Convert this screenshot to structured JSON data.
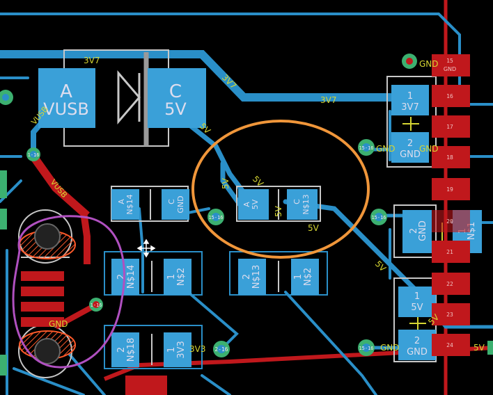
{
  "colors": {
    "background": "#000000",
    "top_copper": "#2a8fc8",
    "top_copper_dark": "#1c6fa6",
    "pad_blue": "#3aa0d8",
    "bottom_copper": "#c0181c",
    "silkscreen": "#c8c8c8",
    "net_label_yellow": "#d6d633",
    "via_green": "#3cb070",
    "highlight_orange": "#f0963a",
    "highlight_purple": "#b050c0",
    "hatch_red": "#ff5a2a"
  },
  "nets": {
    "v3v7": "3V7",
    "v5v": "5V",
    "vusb": "VUSB",
    "gnd": "GND",
    "v3v3": "3V3"
  },
  "diode": {
    "anode_pad": "A",
    "anode_net": "VUSB",
    "cathode_pad": "C",
    "cathode_net": "5V"
  },
  "small_diode_left": {
    "a": "A",
    "a_net": "N$14",
    "c": "C",
    "c_net": "GND"
  },
  "small_diode_right": {
    "a": "A",
    "a_net": "5V",
    "c": "C",
    "c_net": "N$13"
  },
  "resistor_r1": {
    "p2": "2",
    "p2_net": "N$14",
    "p1": "1",
    "p1_net": "N$2"
  },
  "resistor_r2": {
    "p2": "2",
    "p2_net": "N$13",
    "p1": "1",
    "p1_net": "N$2"
  },
  "resistor_r3": {
    "p2": "2",
    "p2_net": "N$18",
    "p1": "1",
    "p1_net": "3V3"
  },
  "cap_top": {
    "p1": "1",
    "p1_net": "3V7",
    "p2": "2",
    "p2_net": "GND"
  },
  "cap_mid": {
    "p2": "2",
    "p2_net": "GND",
    "p1": "1",
    "p1_net": "N$1"
  },
  "cap_bot": {
    "p1": "1",
    "p1_net": "5V",
    "p2": "2",
    "p2_net": "GND"
  },
  "via_labels": {
    "v1": "1-16",
    "v2": "15-16",
    "v3": "15-16",
    "v4": "15-16",
    "v5": "15-16",
    "v6": "2-16",
    "v7": "1-16"
  },
  "header_pins": [
    "15",
    "16",
    "17",
    "18",
    "19",
    "20",
    "21",
    "22",
    "23",
    "24"
  ],
  "header_gnd_label": "GND"
}
